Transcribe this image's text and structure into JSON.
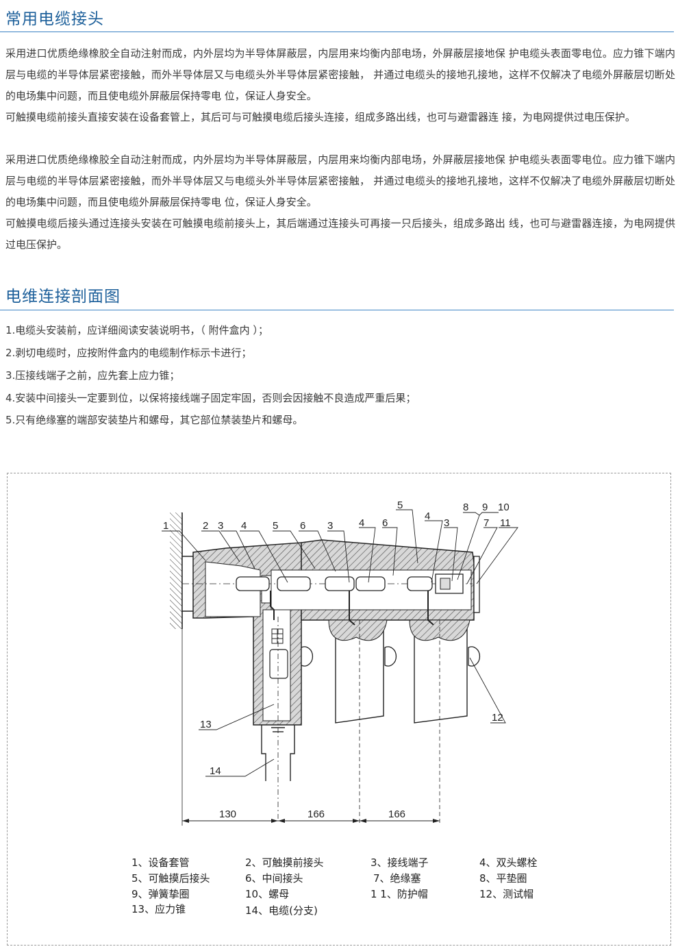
{
  "section1": {
    "title": "常用电缆接头",
    "paragraphs": [
      "采用进口优质绝缘橡胶全自动注射而成，内外层均为半导体屏蔽层，内层用来均衡内部电场，外屏蔽层接地保 护电缆头表面零电位。应力锥下端内层与电缆的半导体层紧密接触，而外半导体层又与电缆头外半导体层紧密接触， 并通过电缆头的接地孔接地，这样不仅解决了电缆外屏蔽层切断处的电场集中问题，而且使电缆外屏蔽层保持零电 位，保证人身安全。",
      "可触摸电缆前接头直接安装在设备套管上，其后可与可触摸电缆后接头连接，组成多路出线，也可与避雷器连 接，为电网提供过电压保护。",
      "采用进口优质绝缘橡胶全自动注射而成，内外层均为半导体屏蔽层，内层用来均衡内部电场，外屏蔽层接地保 护电缆头表面零电位。应力锥下端内层与电缆的半导体层紧密接触，而外半导体层又与电缆头外半导体层紧密接触， 并通过电缆头的接地孔接地，这样不仅解决了电缆外屏蔽层切断处的电场集中问题，而且使电缆外屏蔽层保持零电 位，保证人身安全。",
      "可触摸电缆后接头通过连接头安装在可触摸电缆前接头上，其后端通过连接头可再接一只后接头，组成多路出 线，也可与避雷器连接，为电网提供过电压保护。"
    ]
  },
  "section2": {
    "title": "电维连接剖面图",
    "notes": [
      "1.电缆头安装前，应详细阅读安装说明书，（ 附件盒内 ）；",
      "2.剥切电缆时，应按附件盒内的电缆制作标示卡进行；",
      "3.压接线端子之前，应先套上应力锥；",
      "4.安装中间接头一定要到位，以保将接线端子固定牢固，否则会因接触不良造成严重后果；",
      "5.只有绝缘塞的端部安装垫片和螺母，其它部位禁装垫片和螺母。"
    ]
  },
  "diagram": {
    "callouts": [
      "1",
      "2",
      "3",
      "4",
      "5",
      "6",
      "3",
      "4",
      "6",
      "5",
      "4",
      "3",
      "8",
      "9",
      "10",
      "7",
      "11",
      "12",
      "13",
      "14"
    ],
    "dimensions": [
      "130",
      "166",
      "166"
    ],
    "legend": [
      "1、设备套管",
      "2、可触摸前接头",
      "3、接线端子",
      "4、双头螺栓",
      "5、可触摸后接头",
      "6、中间接头",
      "7、绝缘塞",
      "8、平垫圈",
      "9、弹簧挚圈",
      "10、螺母",
      "1 1、防护帽",
      "12、测试帽",
      "13、应力锥",
      "14、电缆(分支)"
    ]
  },
  "colors": {
    "title": "#1c5f9a",
    "rule": "#3b82c4",
    "text": "#3a3a3a"
  }
}
